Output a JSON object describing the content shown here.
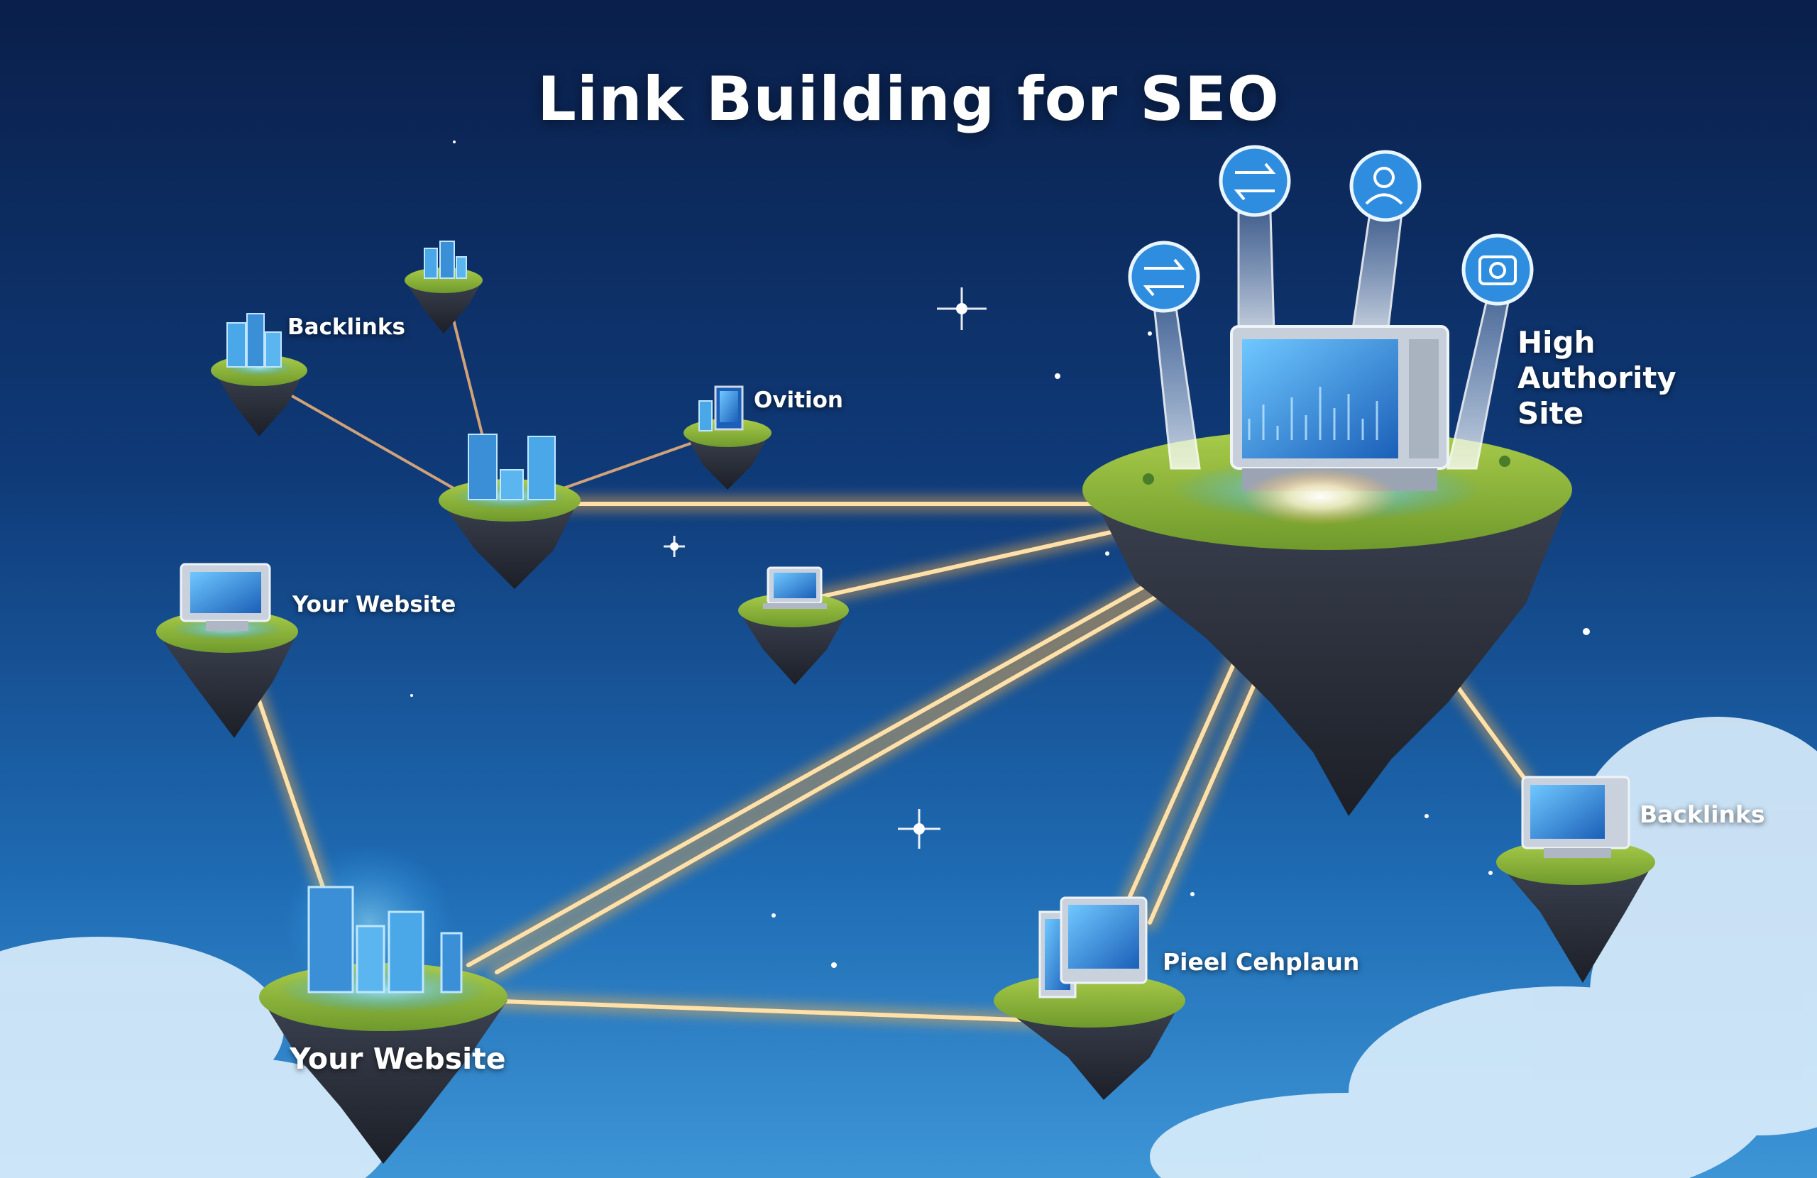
{
  "title": "Link Building for SEO",
  "labels": {
    "backlinks_top_left": "Backlinks",
    "oution": "Ovition",
    "your_website_left": "Your Website",
    "your_website_main": "Your Website",
    "hub_line1": "High",
    "hub_line2": "Authority",
    "hub_line3": "Site",
    "backlinks_right": "Backlinks",
    "pixel_campaign": "Pieel Cehplaun"
  },
  "colors": {
    "sky_top": "#0a1f4a",
    "sky_bottom": "#3d95d6",
    "link_beam": "#ffb347",
    "grass": "#8fb83a",
    "rock": "#2b2f38",
    "screen": "#3fa9ff"
  },
  "icons": [
    "exchange-icon",
    "exchange-icon",
    "user-search-icon",
    "camera-icon"
  ]
}
